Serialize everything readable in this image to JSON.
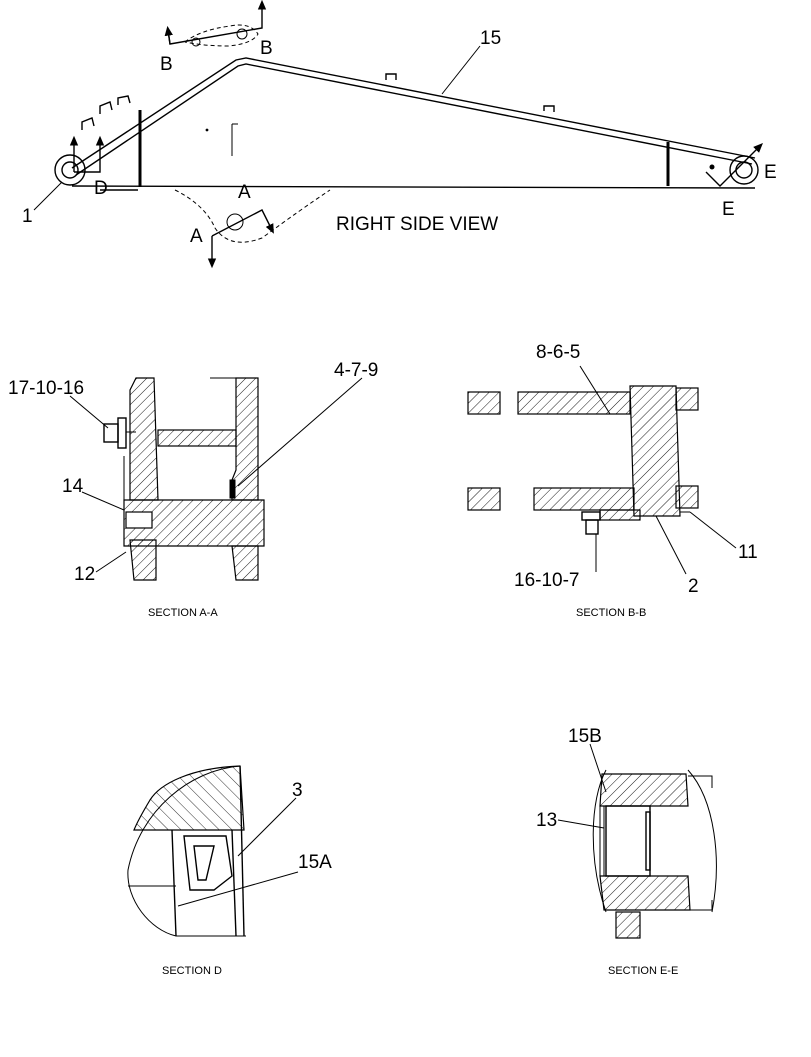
{
  "views": {
    "right_side": {
      "title": "RIGHT SIDE VIEW",
      "callouts": {
        "c1": "1",
        "c15": "15",
        "secA1": "A",
        "secA2": "A",
        "secB1": "B",
        "secB2": "B",
        "secD": "D",
        "secE1": "E",
        "secE2": "E"
      }
    },
    "section_aa": {
      "caption": "SECTION A-A",
      "callouts": {
        "c17_10_16": "17-10-16",
        "c4_7_9": "4-7-9",
        "c14": "14",
        "c12": "12"
      }
    },
    "section_bb": {
      "caption": "SECTION B-B",
      "callouts": {
        "c8_6_5": "8-6-5",
        "c11": "11",
        "c16_10_7": "16-10-7",
        "c2": "2"
      }
    },
    "section_d": {
      "caption": "SECTION D",
      "callouts": {
        "c3": "3",
        "c15a": "15A"
      }
    },
    "section_ee": {
      "caption": "SECTION E-E",
      "callouts": {
        "c15b": "15B",
        "c13": "13"
      }
    }
  }
}
